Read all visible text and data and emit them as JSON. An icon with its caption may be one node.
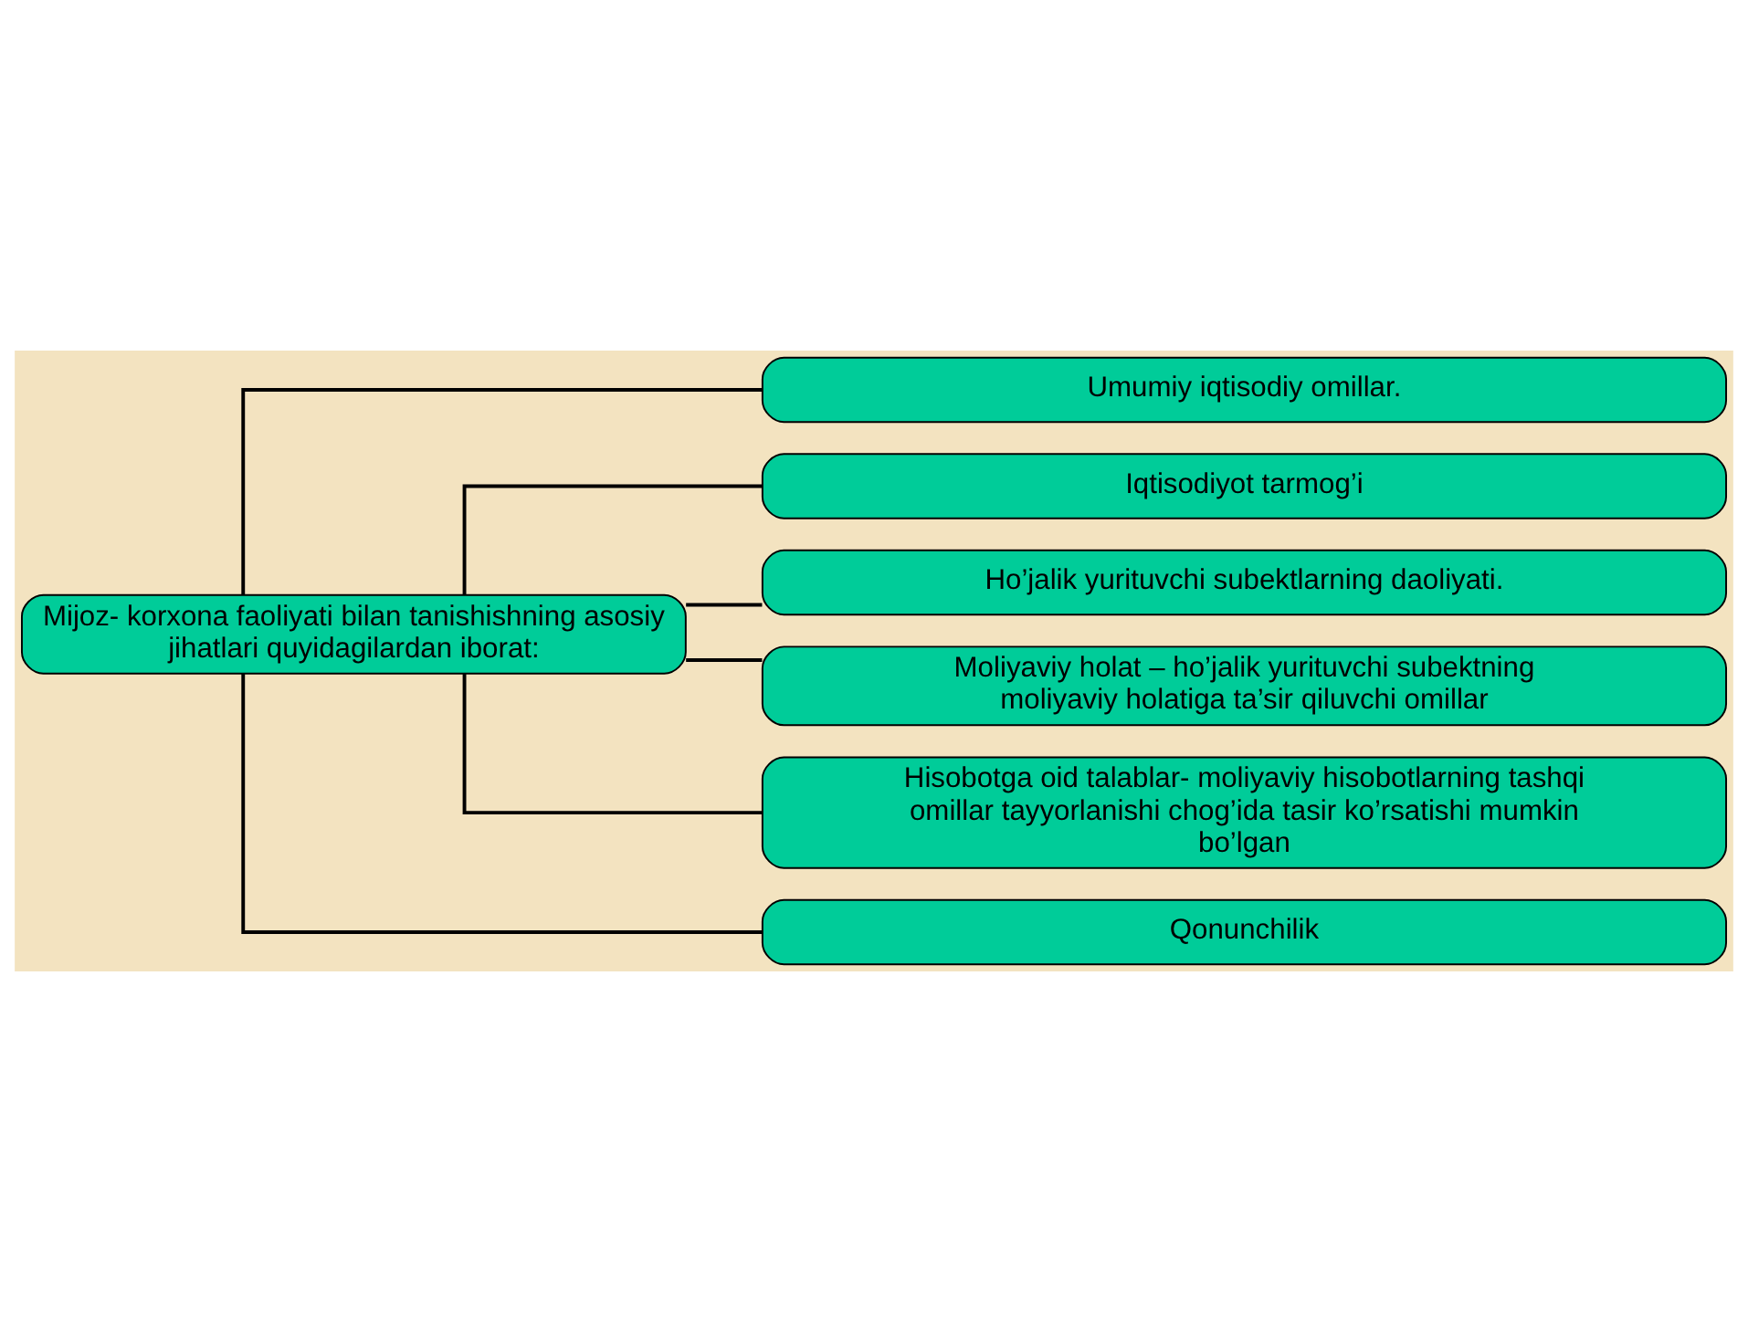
{
  "diagram": {
    "nodes": [
      {
        "text": [
          "Mijoz- korxona faoliyati bilan tanishishning asosiy jihatlari quyidagilardan iborat:"
        ]
      },
      {
        "text": [
          "Umumiy iqtisodiy omillar."
        ]
      },
      {
        "text": [
          "Iqtisodiyot tarmog’i"
        ]
      },
      {
        "text": [
          "Ho’jalik yurituvchi subektlarning daoliyati."
        ]
      },
      {
        "text": [
          "Moliyaviy holat – ho’jalik yurituvchi subektning moliyaviy holatiga ta’sir qiluvchi omillar"
        ]
      },
      {
        "text": [
          "Hisobotga oid talablar- moliyaviy hisobotlarning tashqi omillar tayyorlanishi chog’ida tasir ko’rsatishi mumkin bo’lgan"
        ]
      },
      {
        "text": [
          "Qonunchilik"
        ]
      }
    ],
    "edges": [
      {
        "from": 0,
        "to": 1,
        "arrow": "none"
      },
      {
        "from": 0,
        "to": 2,
        "arrow": "none"
      },
      {
        "from": 0,
        "to": 3,
        "arrow": "none"
      },
      {
        "from": 0,
        "to": 4,
        "arrow": "none"
      },
      {
        "from": 0,
        "to": 5,
        "arrow": "none"
      },
      {
        "from": 0,
        "to": 6,
        "arrow": "none"
      }
    ]
  }
}
